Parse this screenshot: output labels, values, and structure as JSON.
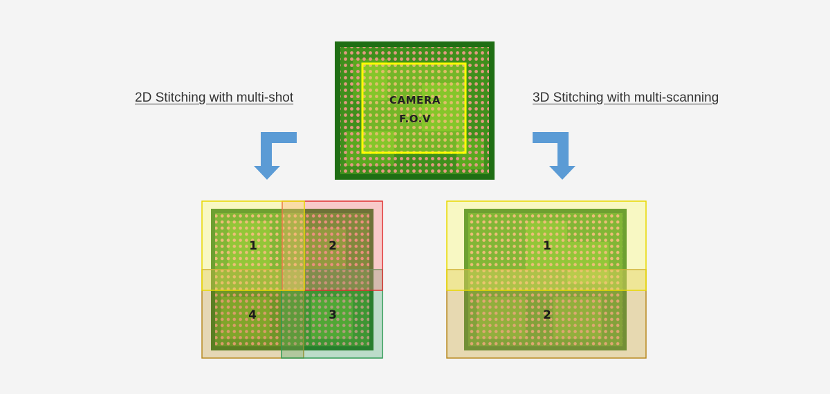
{
  "headings": {
    "left": "2D Stitching with multi-shot",
    "right": "3D Stitching with multi-scanning"
  },
  "camera_fov": {
    "line1": "CAMERA",
    "line2": "F.O.V"
  },
  "stitch_2d": {
    "regions": [
      "1",
      "2",
      "3",
      "4"
    ]
  },
  "stitch_3d": {
    "regions": [
      "1",
      "2"
    ]
  },
  "colors": {
    "background": "#f4f4f4",
    "pcb_dark": "#1f6e14",
    "pcb_light": "#5aa81f",
    "pad": "#e39a82",
    "fov_outline": "#ffff00",
    "region_1": "#ffff66",
    "region_2": "#ff7a7a",
    "region_3": "#3aa66a",
    "region_4": "#c8a040",
    "arrow": "#5b9bd5"
  }
}
